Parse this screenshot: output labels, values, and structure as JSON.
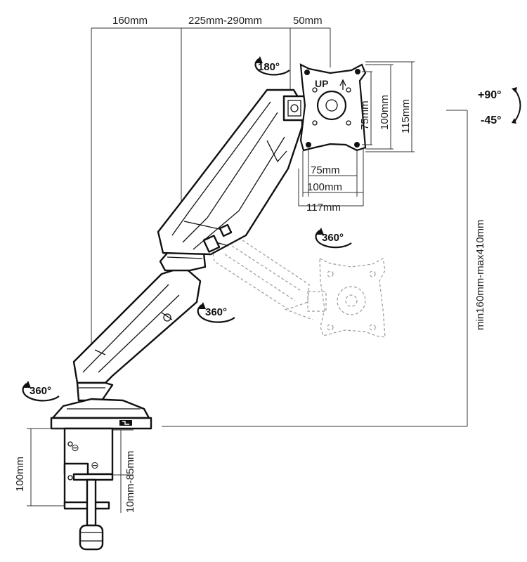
{
  "labels": {
    "dim_offset": "160mm",
    "dim_reach": "225mm-290mm",
    "dim_depth": "50mm",
    "rot_top": "180°",
    "rot_plate": "360°",
    "rot_mid": "360°",
    "rot_base": "360°",
    "tilt_up": "+90°",
    "tilt_down": "-45°",
    "vesa_h_75": "75mm",
    "vesa_h_100": "100mm",
    "vesa_h_117": "117mm",
    "vesa_v_75": "75mm",
    "vesa_v_100": "100mm",
    "vesa_v_115": "115mm",
    "height_range": "min160mm-max410mm",
    "clamp_height": "100mm",
    "desk_thickness": "10mm-85mm",
    "plate_up": "UP"
  }
}
